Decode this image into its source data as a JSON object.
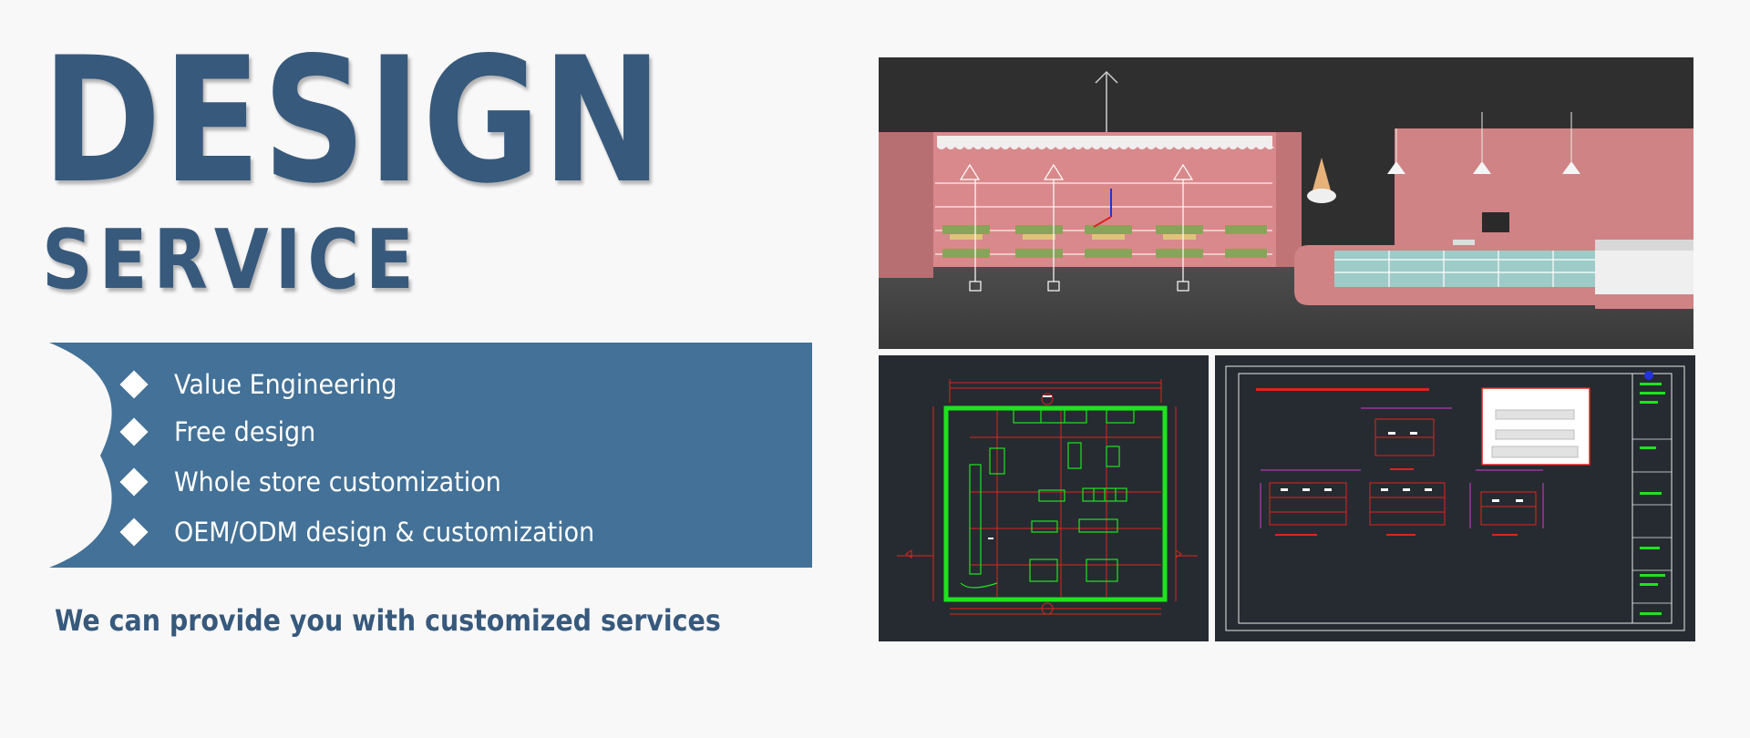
{
  "title": "DESIGN",
  "subtitle": "SERVICE",
  "features": [
    "Value Engineering",
    "Free design",
    "Whole store customization",
    "OEM/ODM design & customization"
  ],
  "tagline": "We can provide you with customized services",
  "colors": {
    "brand_text": "#37597c",
    "banner": "#437197",
    "background": "#f8f8f8",
    "cad_background": "#262b31",
    "render_wall": "#cf8384",
    "counter_glass": "#9ccbc8"
  },
  "images": [
    {
      "name": "store-3d-render",
      "kind": "3D rendering of a bakery store interior"
    },
    {
      "name": "cad-floor-plan",
      "kind": "CAD floor plan drawing"
    },
    {
      "name": "cad-shelf-drawing",
      "kind": "CAD shelf construction drawing"
    }
  ]
}
